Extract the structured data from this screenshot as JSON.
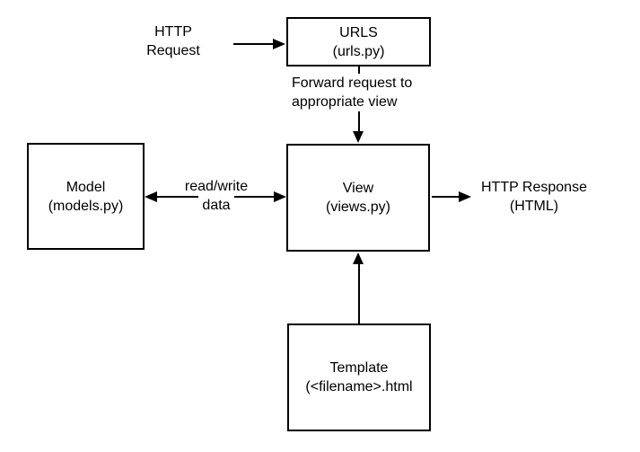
{
  "nodes": {
    "urls": {
      "line1": "URLS",
      "line2": "(urls.py)"
    },
    "model": {
      "line1": "Model",
      "line2": "(models.py)"
    },
    "view": {
      "line1": "View",
      "line2": "(views.py)"
    },
    "template": {
      "line1": "Template",
      "line2": "(<filename>.html"
    }
  },
  "annotations": {
    "http_request": {
      "line1": "HTTP",
      "line2": "Request"
    },
    "forward": {
      "line1": "Forward request to",
      "line2": "appropriate view"
    },
    "read_write": {
      "line1": "read/write",
      "line2": "data"
    },
    "http_response": {
      "line1": "HTTP Response",
      "line2": "(HTML)"
    }
  },
  "colors": {
    "line": "#000000",
    "text": "#000000",
    "background": "#ffffff",
    "box_fill": "#ffffff"
  }
}
